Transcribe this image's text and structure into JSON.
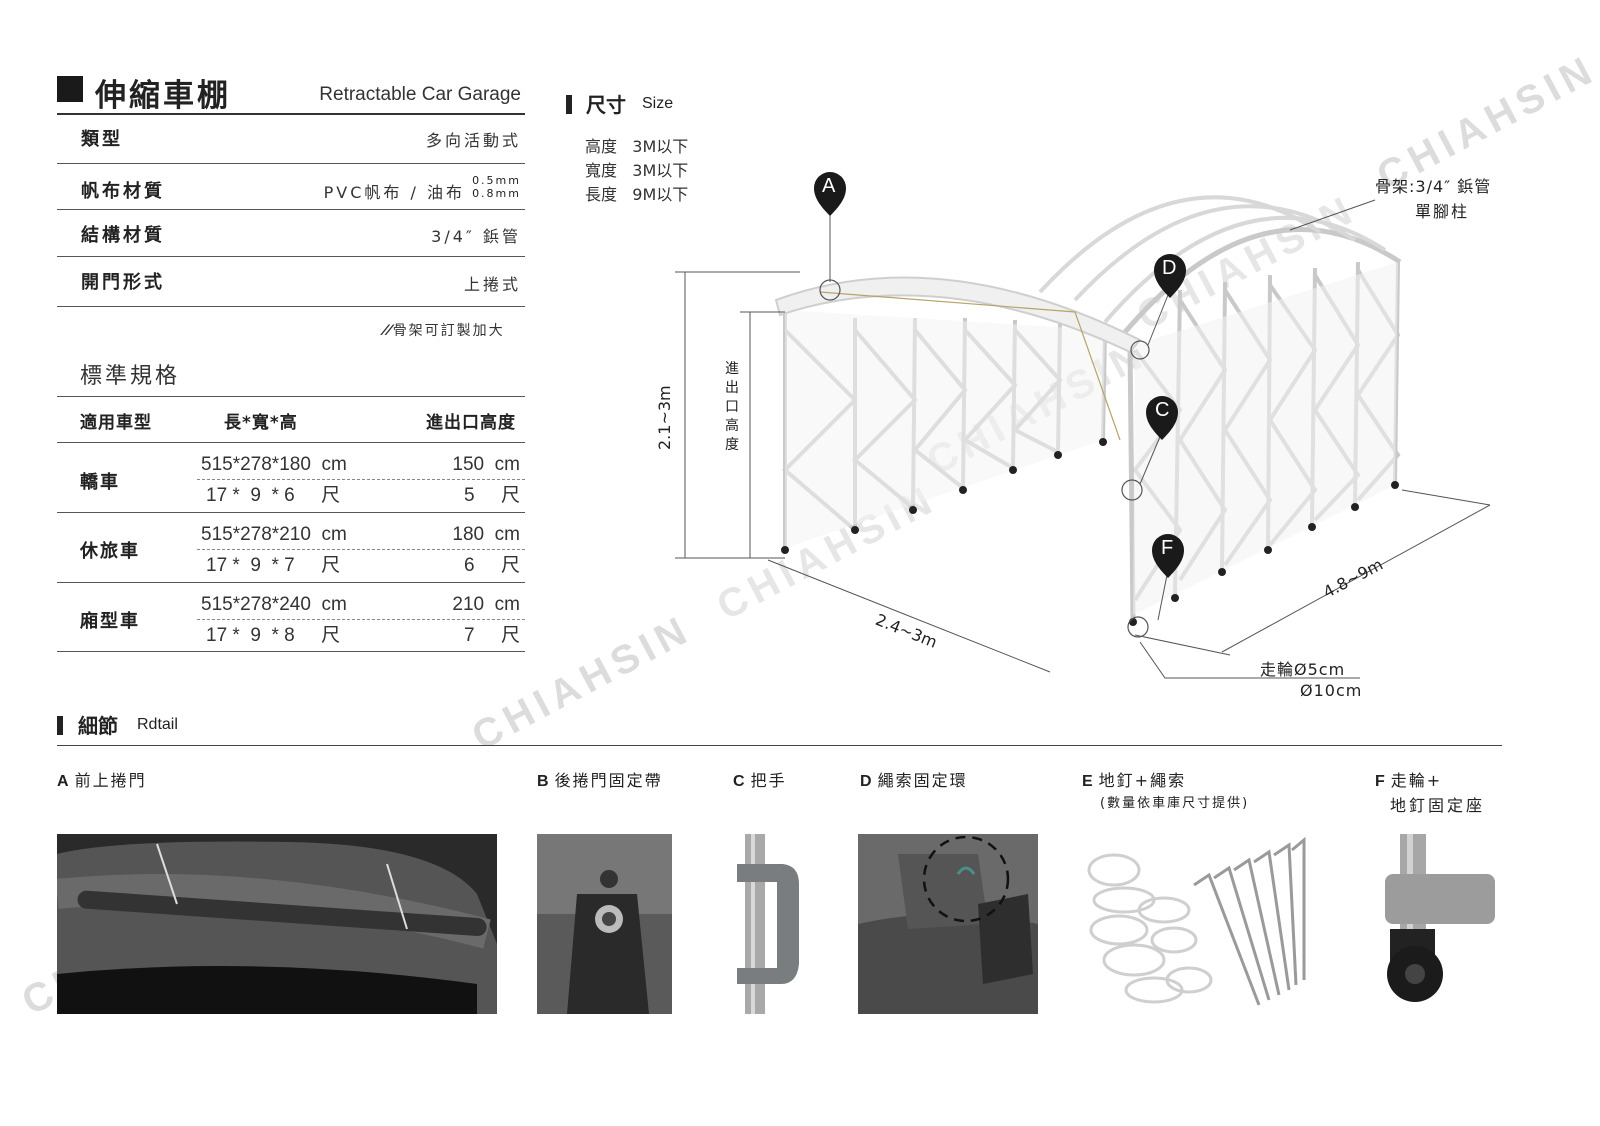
{
  "brand_watermark": "CHIAHSIN",
  "title": {
    "zh": "伸縮車棚",
    "en": "Retractable Car Garage"
  },
  "specs": [
    {
      "label": "類型",
      "value": "多向活動式"
    },
    {
      "label": "帆布材質",
      "value": "PVC帆布 / 油布",
      "value_extra_top": "0.5mm",
      "value_extra_bottom": "0.8mm"
    },
    {
      "label": "結構材質",
      "value": "3/4″ 鋲管"
    },
    {
      "label": "開門形式",
      "value": "上捲式"
    }
  ],
  "custom_note": "骨架可訂製加大",
  "standard": {
    "title": "標準規格",
    "headers": {
      "type": "適用車型",
      "dims": "長*寬*高",
      "entrance": "進出口高度"
    },
    "rows": [
      {
        "type": "轎車",
        "dims_cm": "515*278*180  cm",
        "dims_ft": "17 *  9  * 6     尺",
        "entrance_cm": "150  cm",
        "entrance_ft": "5     尺"
      },
      {
        "type": "休旅車",
        "dims_cm": "515*278*210  cm",
        "dims_ft": "17 *  9  * 7     尺",
        "entrance_cm": "180  cm",
        "entrance_ft": "6     尺"
      },
      {
        "type": "廂型車",
        "dims_cm": "515*278*240  cm",
        "dims_ft": "17 *  9  * 8     尺",
        "entrance_cm": "210  cm",
        "entrance_ft": "7     尺"
      }
    ]
  },
  "size": {
    "title_zh": "尺寸",
    "title_en": "Size",
    "items": [
      {
        "label": "高度",
        "value": "3M以下"
      },
      {
        "label": "寬度",
        "value": "3M以下"
      },
      {
        "label": "長度",
        "value": "9M以下"
      }
    ]
  },
  "diagram": {
    "frame_note_1": "骨架:3/4″ 鋲管",
    "frame_note_2": "單腳柱",
    "height_dim": "2.1~3m",
    "entrance_dim": "進出口高度",
    "width_dim": "2.4~3m",
    "length_dim": "4.8~9m",
    "wheel_1": "走輪Ø5cm",
    "wheel_2": "Ø10cm",
    "markers": [
      "A",
      "D",
      "C",
      "F"
    ]
  },
  "detail": {
    "title_zh": "細節",
    "title_en": "Rdtail",
    "items": [
      {
        "letter": "A",
        "label": "前上捲門"
      },
      {
        "letter": "B",
        "label": "後捲門固定帶"
      },
      {
        "letter": "C",
        "label": "把手"
      },
      {
        "letter": "D",
        "label": "繩索固定環"
      },
      {
        "letter": "E",
        "label": "地釘+繩索",
        "sub": "(數量依車庫尺寸提供)"
      },
      {
        "letter": "F",
        "label": "走輪+",
        "sub": "地釘固定座"
      }
    ]
  },
  "colors": {
    "accent": "#1a1a1a",
    "frame": "#bfbfbf",
    "canvas_grey": "#5a5a5a"
  }
}
